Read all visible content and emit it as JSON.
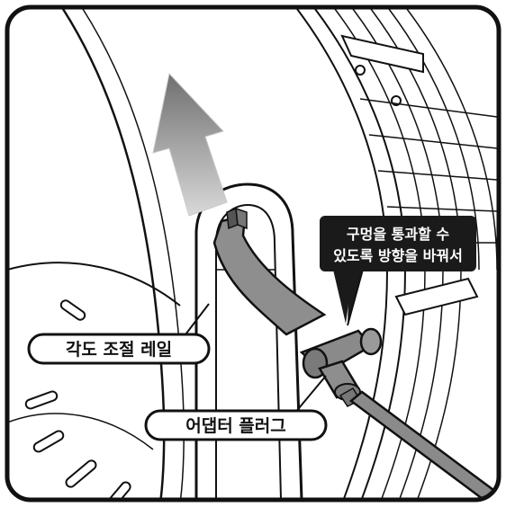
{
  "labels": {
    "rail": "각도 조절 레일",
    "adapter": "어댑터 플러그",
    "note_line1": "구멍을 통과할 수",
    "note_line2": "있도록 방향을 바꿔서"
  },
  "colors": {
    "frame": "#111111",
    "arrow_start": "#6f6f6f",
    "arrow_end": "#d8d8d8",
    "plug_body": "#8a8a8a",
    "note_bg": "#1a1a1a"
  },
  "icons": {
    "direction": "up-right-arrow",
    "plug": "adapter-plug"
  }
}
